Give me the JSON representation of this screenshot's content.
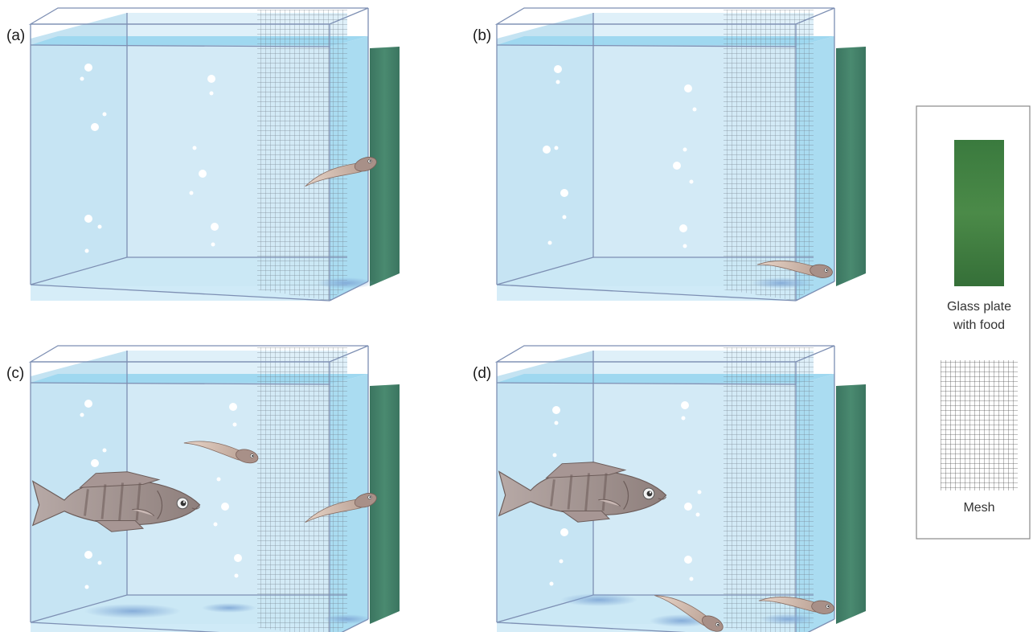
{
  "panels": [
    {
      "label": "(a)",
      "has_predator": false,
      "tadpoles": 1
    },
    {
      "label": "(b)",
      "has_predator": false,
      "tadpoles": 1
    },
    {
      "label": "(c)",
      "has_predator": true,
      "tadpoles": 2
    },
    {
      "label": "(d)",
      "has_predator": true,
      "tadpoles": 2
    }
  ],
  "legend": {
    "plate_label_line1": "Glass plate",
    "plate_label_line2": "with food",
    "mesh_label": "Mesh"
  },
  "colors": {
    "water": "#bfe3f3",
    "water_top": "#8fd2ee",
    "plate": "#3f7e66",
    "legend_plate": "#3e7a40",
    "tank_line": "#7d8fb3"
  }
}
